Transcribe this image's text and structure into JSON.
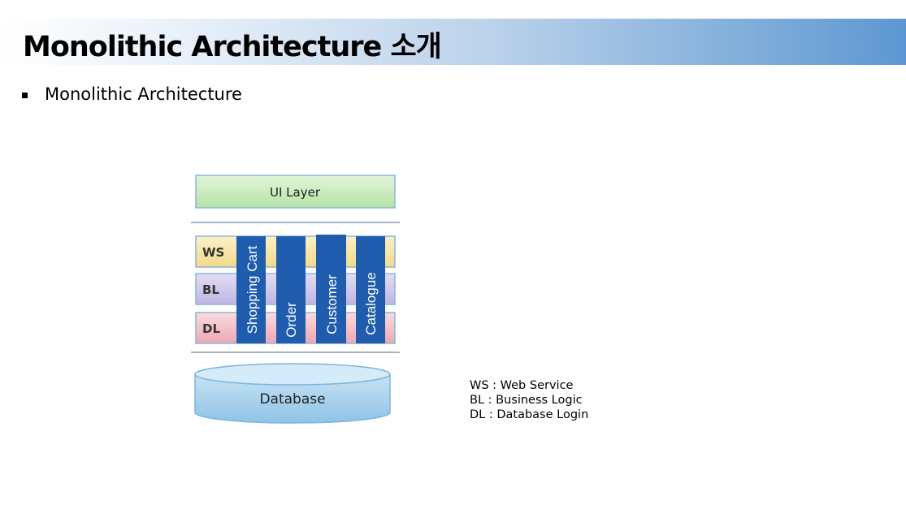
{
  "slide": {
    "title": "Monolithic Architecture 소개",
    "bullet": "Monolithic Architecture"
  },
  "diagram": {
    "ui_layer": "UI Layer",
    "layers": [
      {
        "label": "WS",
        "color": "#f8e7a8"
      },
      {
        "label": "BL",
        "color": "#cdc6ea"
      },
      {
        "label": "DL",
        "color": "#f4c3ca"
      }
    ],
    "modules": [
      "Shopping Cart",
      "Order",
      "Customer",
      "Catalogue"
    ],
    "database": "Database"
  },
  "legend": [
    "WS : Web Service",
    "BL : Business Logic",
    "DL : Database Login"
  ],
  "colors": {
    "module_blue": "#1f5cad",
    "ui_green": "#c9ecbd",
    "db_blue": "#aad2ec"
  }
}
